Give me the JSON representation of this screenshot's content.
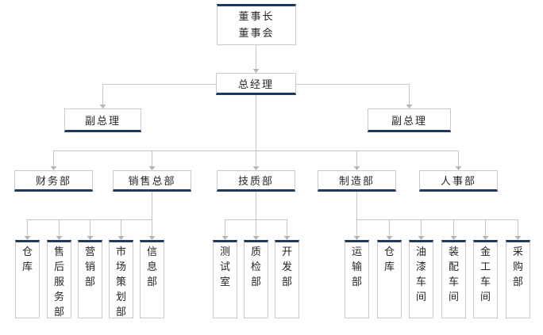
{
  "colors": {
    "accent_navy": "#1e3a5f",
    "line_gray": "#c6c6c6",
    "border_gray": "#c9c9c9",
    "text": "#262626",
    "background": "#ffffff"
  },
  "org": {
    "chairman": [
      "董事长",
      "董事会"
    ],
    "general_manager": "总经理",
    "vice_gm_left": "副总理",
    "vice_gm_right": "副总理",
    "departments": [
      "财务部",
      "销售总部",
      "技质部",
      "制造部",
      "人事部"
    ],
    "sales_children": [
      "仓库",
      "售后服务部",
      "营销部",
      "市场策划部",
      "信息部"
    ],
    "tech_children": [
      "测试室",
      "质检部",
      "开发部"
    ],
    "manufacturing_children": [
      "运输部",
      "仓库",
      "油漆车间",
      "装配车间",
      "金工车间",
      "采购部"
    ]
  }
}
